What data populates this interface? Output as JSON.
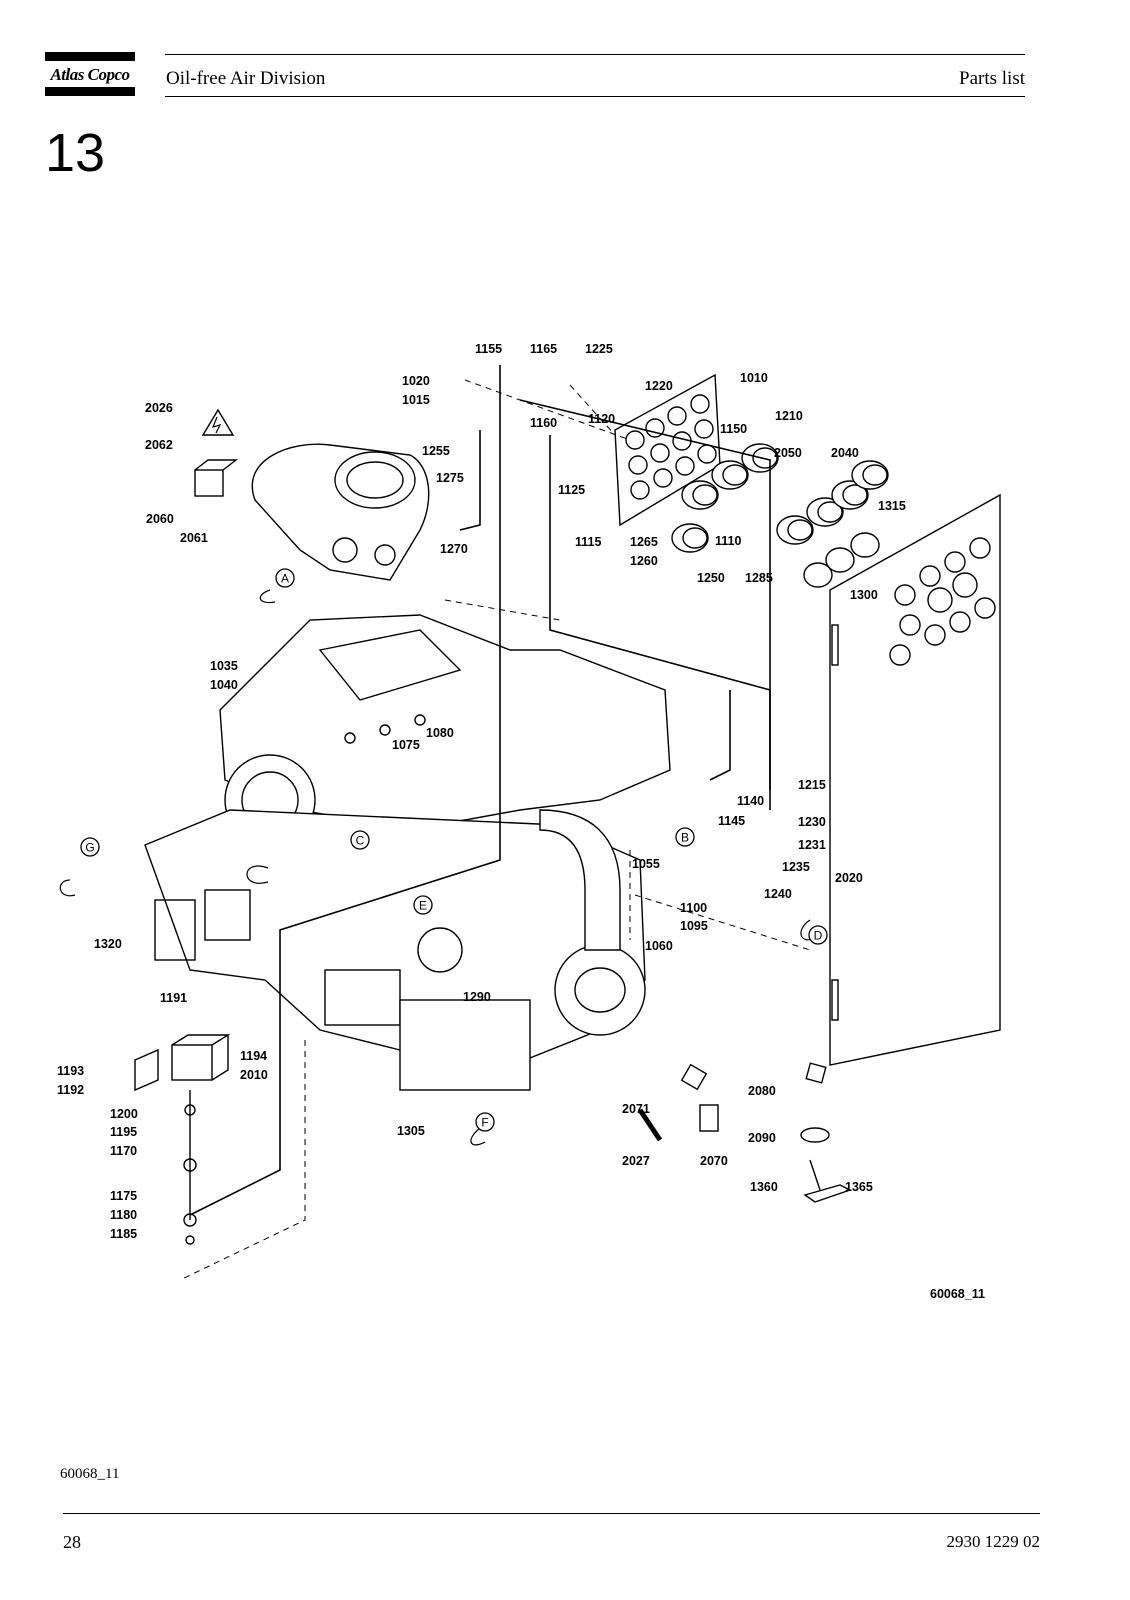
{
  "header": {
    "logo_text": "Atlas Copco",
    "division": "Oil-free Air Division",
    "document_type": "Parts list"
  },
  "section_number": "13",
  "diagram": {
    "figure_id": "60068_11",
    "part_labels": [
      "1155",
      "1165",
      "1225",
      "1010",
      "1020",
      "1015",
      "1220",
      "1160",
      "1120",
      "1210",
      "2026",
      "1150",
      "2062",
      "1255",
      "2050",
      "2040",
      "1275",
      "1125",
      "2060",
      "2061",
      "1270",
      "1315",
      "1115",
      "1265",
      "1110",
      "1260",
      "1250",
      "1285",
      "1300",
      "1035",
      "1040",
      "1075",
      "1080",
      "1215",
      "1140",
      "1145",
      "1230",
      "1231",
      "1055",
      "1235",
      "2020",
      "1240",
      "1100",
      "1095",
      "1320",
      "1060",
      "1290",
      "1191",
      "1194",
      "1193",
      "2010",
      "1192",
      "1200",
      "2080",
      "2071",
      "1195",
      "1305",
      "2090",
      "1170",
      "2027",
      "2070",
      "1360",
      "1365",
      "1175",
      "1180",
      "1185"
    ],
    "callouts": [
      "A",
      "B",
      "C",
      "D",
      "E",
      "F",
      "G"
    ],
    "warning_symbol": "high-voltage-warning-icon"
  },
  "footer": {
    "figure_ref": "60068_11",
    "page_number": "28",
    "document_number": "2930 1229 02"
  }
}
